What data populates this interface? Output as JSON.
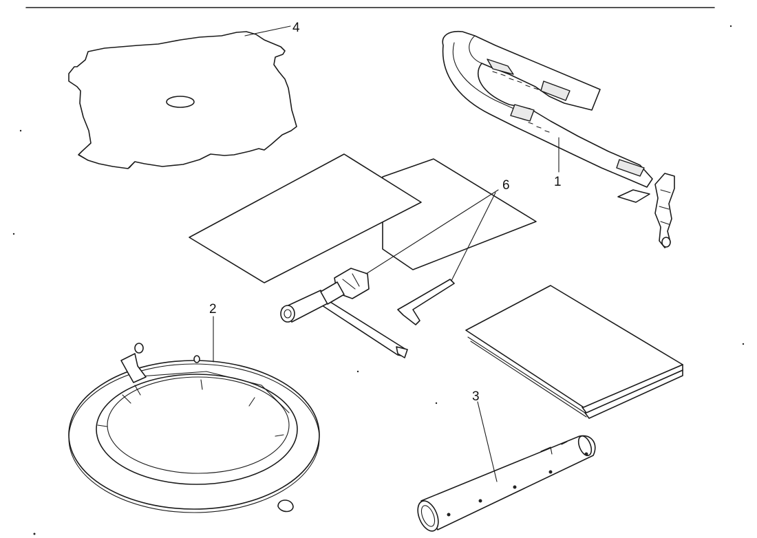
{
  "diagram": {
    "parts": [
      {
        "id": "harness",
        "label": "1"
      },
      {
        "id": "ring-guard",
        "label": "2"
      },
      {
        "id": "handle-pipe",
        "label": "3"
      },
      {
        "id": "blade",
        "label": "4"
      },
      {
        "id": "tool-set",
        "label": "6"
      }
    ]
  },
  "colors": {
    "line": "#1a1a1a",
    "background": "#ffffff"
  }
}
